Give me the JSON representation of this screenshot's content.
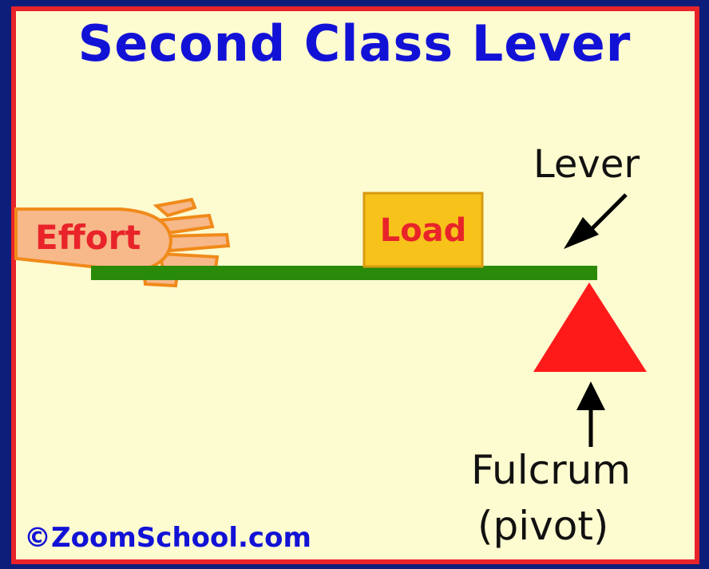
{
  "title": "Second Class Lever",
  "labels": {
    "effort": "Effort",
    "load": "Load",
    "lever": "Lever",
    "fulcrum": "Fulcrum",
    "pivot": "(pivot)"
  },
  "copyright": "©ZoomSchool.com",
  "colors": {
    "background": "#fdfbd0",
    "border": "#e8242a",
    "title": "#1212d6",
    "lever_bar": "#2a8a0a",
    "load_box": "#f7c21a",
    "load_text": "#e8242a",
    "fulcrum": "#ff1a1a",
    "hand": "#f7b88a",
    "effort_text": "#e8242a"
  },
  "icons": {
    "hand": "hand-icon",
    "fulcrum": "triangle-icon"
  }
}
